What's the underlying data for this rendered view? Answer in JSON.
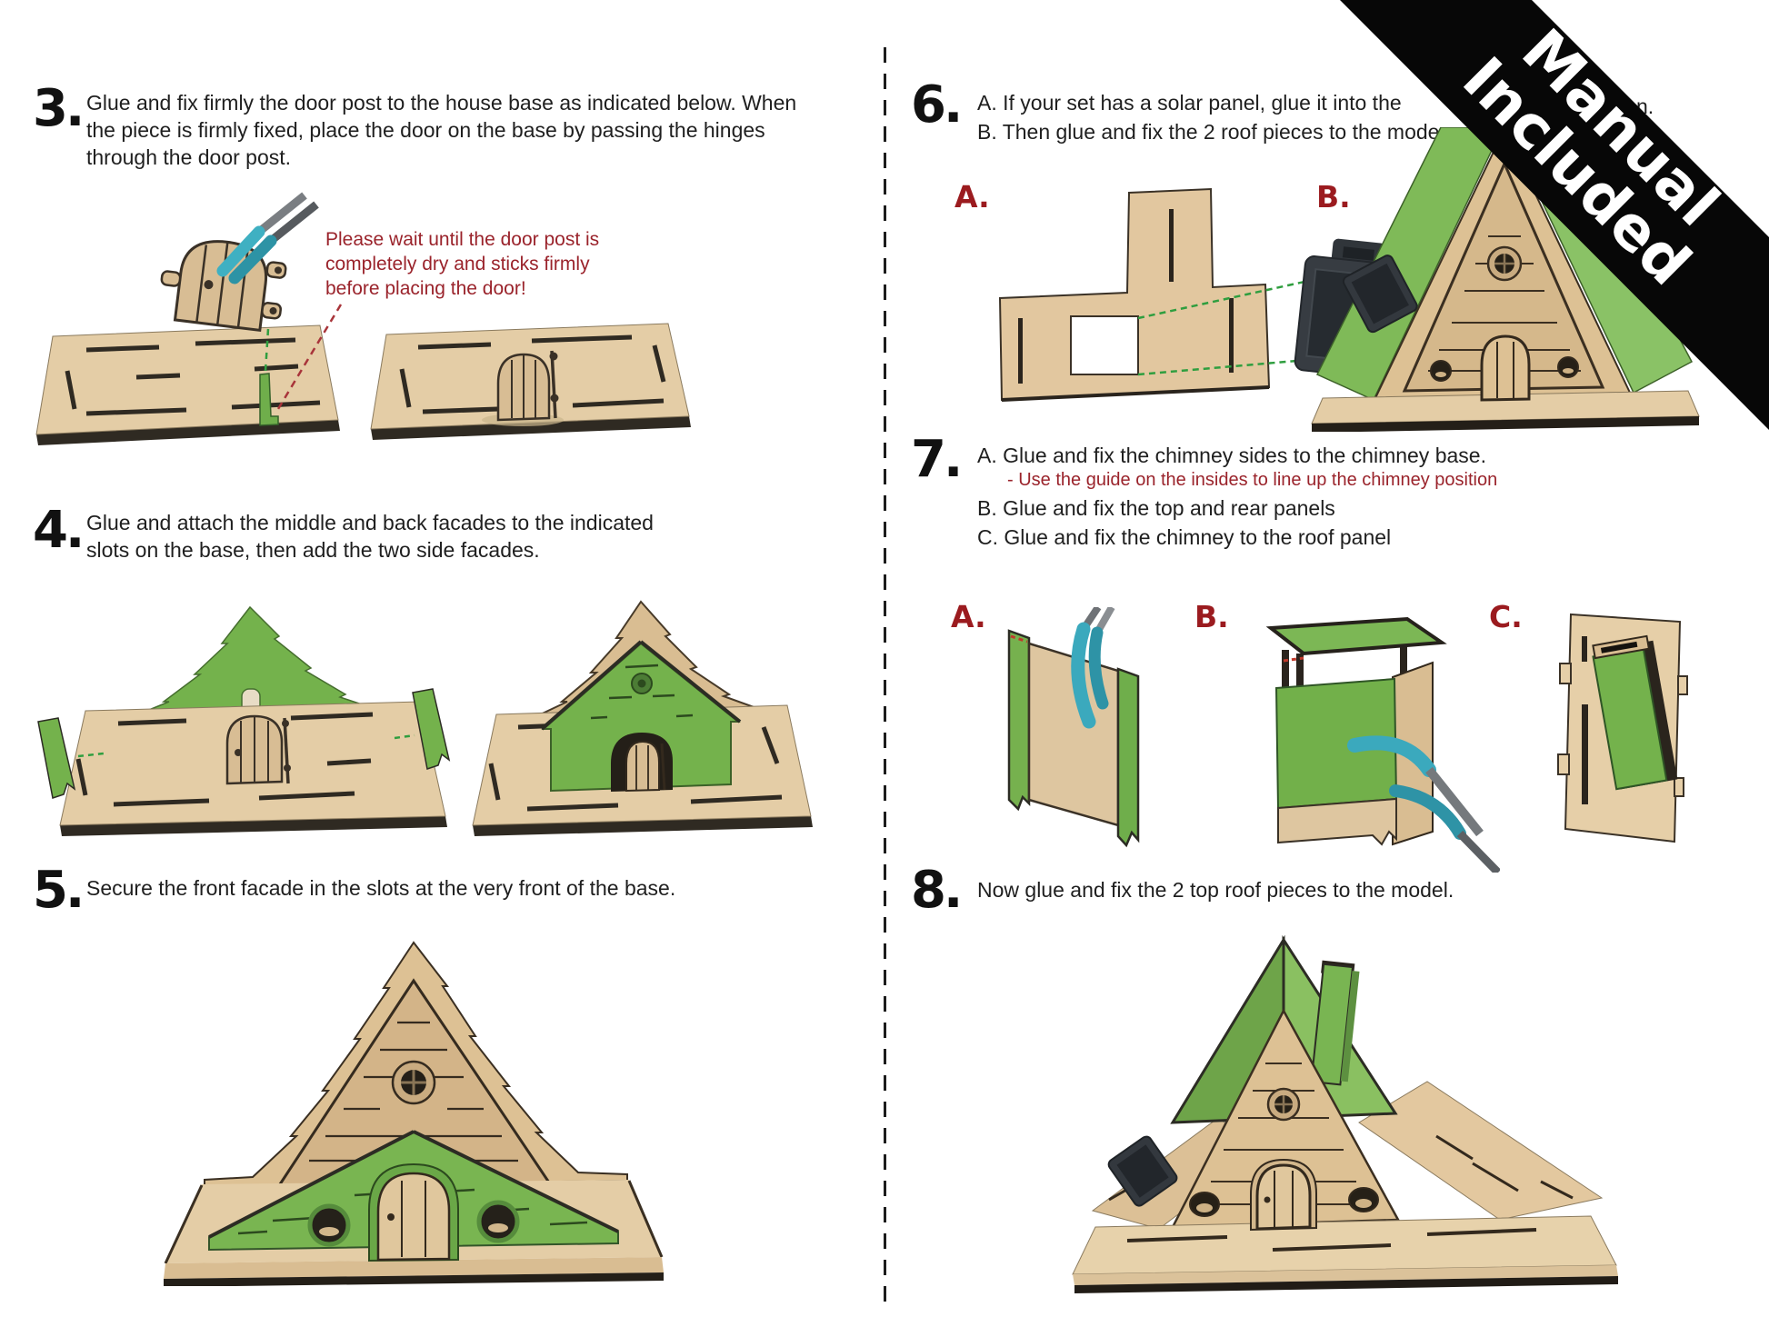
{
  "palette": {
    "page_bg": "#ffffff",
    "text": "#1f1f1f",
    "accent_red": "#9a232b",
    "label_red": "#9b1b1f",
    "banner_bg": "#070707",
    "banner_text": "#ffffff",
    "wood_light": "#e4cda6",
    "wood_mid": "#d9bd92",
    "wood_edge_dark": "#33291d",
    "green_facade": "#74b24c",
    "green_roof": "#7fba58",
    "teal_clamp": "#3ba9bd",
    "solar_panel_dark": "#33383d"
  },
  "banner": {
    "line1": "Manual",
    "line2": "Included"
  },
  "steps": {
    "step3": {
      "number": "3.",
      "text": "Glue and fix firmly the door post to the house base as indicated below. When the piece is firmly fixed, place the door on the base by passing the hinges through the door post.",
      "note": "Please wait until the door post is completely dry and sticks firmly before placing the door!"
    },
    "step4": {
      "number": "4.",
      "text": "Glue and attach the middle and back facades to the indicated slots on the base, then add the two side facades."
    },
    "step5": {
      "number": "5.",
      "text": "Secure the front facade in the slots at the very front of the base."
    },
    "step6": {
      "number": "6.",
      "line_a": "A. If your set has a solar panel, glue it into the",
      "line_a_tail": "n.",
      "line_b": "B. Then glue and fix the 2 roof pieces to the mode",
      "label_a": "A.",
      "label_b": "B."
    },
    "step7": {
      "number": "7.",
      "line_a": "A. Glue and fix the chimney sides to the chimney base.",
      "note": "- Use the guide on the insides to line up the chimney position",
      "line_b": "B. Glue and fix the top and rear panels",
      "line_c": "C. Glue and fix the chimney to the roof panel",
      "label_a": "A.",
      "label_b": "B.",
      "label_c": "C."
    },
    "step8": {
      "number": "8.",
      "text": "Now glue and fix the 2 top roof pieces to the model."
    }
  }
}
